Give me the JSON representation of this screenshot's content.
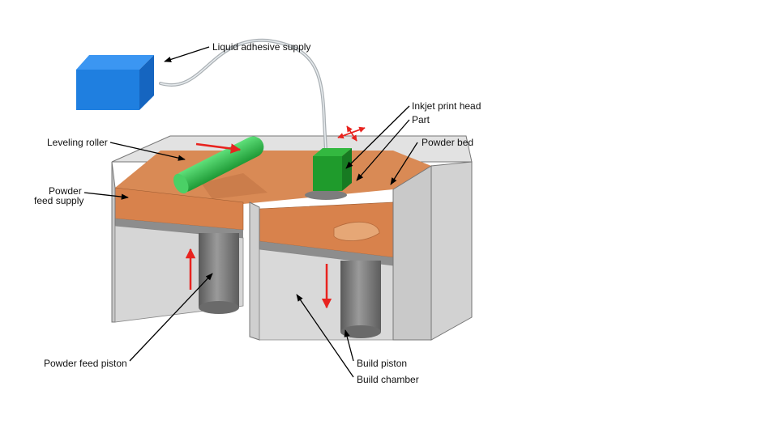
{
  "labels": {
    "liquid_adhesive_supply": "Liquid adhesive supply",
    "inkjet_print_head": "Inkjet print head",
    "part": "Part",
    "leveling_roller": "Leveling roller",
    "powder_bed": "Powder bed",
    "powder_feed_supply_line1": "Powder",
    "powder_feed_supply_line2": "feed supply",
    "powder_feed_piston": "Powder feed piston",
    "build_piston": "Build piston",
    "build_chamber": "Build chamber"
  },
  "colors": {
    "adhesive_box": "#1f7fe0",
    "print_head": "#1f9b2c",
    "roller": "#2dbf4a",
    "powder": "#d98a55",
    "walls": "#d0d0d0",
    "piston": "#7c7c7c",
    "motion_arrows": "#e8231f"
  }
}
